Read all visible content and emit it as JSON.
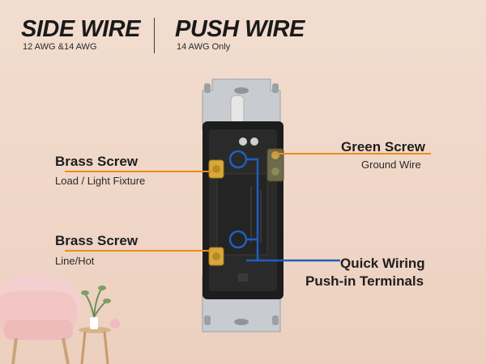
{
  "header": {
    "side": {
      "title": "SIDE WIRE",
      "subtitle": "12 AWG &14 AWG"
    },
    "push": {
      "title": "PUSH WIRE",
      "subtitle": "14 AWG Only"
    }
  },
  "callouts": {
    "brass_load": {
      "title": "Brass Screw",
      "subtitle": "Load / Light  Fixture"
    },
    "brass_line": {
      "title": "Brass Screw",
      "subtitle": "Line/Hot"
    },
    "green": {
      "title": "Green Screw",
      "subtitle": "Ground Wire"
    },
    "push_in": {
      "line1": "Quick Wiring",
      "line2": "Push-in Terminals"
    }
  },
  "colors": {
    "accent_orange": "#f08a1a",
    "accent_blue": "#1f5fbf",
    "background": "#f0d9cb"
  },
  "icons": [
    "light-switch-illustration",
    "armchair-illustration",
    "side-table-illustration"
  ]
}
